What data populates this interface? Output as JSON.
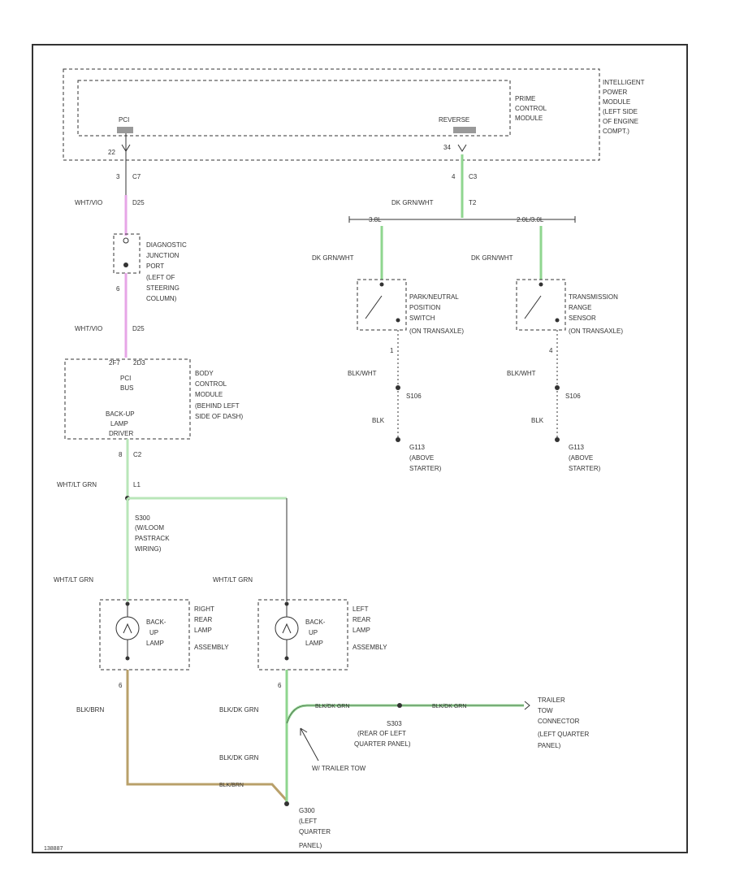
{
  "colors": {
    "frame": "#333333",
    "pink": "#e7a6e7",
    "dk_green": "#8fd68f",
    "light_green": "#b9e6b9",
    "tan": "#b9a06a",
    "text": "#333333"
  },
  "ipm": {
    "label": [
      "INTELLIGENT",
      "POWER",
      "MODULE",
      "(LEFT SIDE",
      "OF ENGINE",
      "COMPT.)"
    ],
    "inner_label": [
      "PRIME",
      "CONTROL",
      "MODULE"
    ],
    "pci_label": "PCI",
    "reverse_label": "REVERSE",
    "pin_left": "22",
    "pin_right": "34"
  },
  "wires": {
    "pci_top_pin": "3",
    "pci_top_conn": "C7",
    "pci_color": "WHT/VIO",
    "pci_circuit": "D25",
    "pci_mid_pin": "6",
    "pci_lower_color": "WHT/VIO",
    "pci_lower_circuit": "D25",
    "rev_pin": "4",
    "rev_conn": "C3",
    "rev_color": "DK GRN/WHT",
    "rev_circuit": "T2",
    "branch_left": "3.8L",
    "branch_right": "2.0L/3.0L",
    "dk_left": "DK GRN/WHT",
    "dk_right": "DK GRN/WHT",
    "bcm_pin": "8",
    "bcm_conn": "C2",
    "bcm_out_color": "WHT/LT GRN",
    "bcm_out_circuit": "L1",
    "right_lamp_color": "WHT/LT GRN",
    "left_lamp_color": "WHT/LT GRN",
    "right_ground_pin": "6",
    "left_ground_pin": "6",
    "right_ground_color": "BLK/BRN",
    "left_ground_color": "BLK/DK GRN",
    "left_lower_color": "BLK/DK GRN",
    "tan_label": "BLK/BRN",
    "trailer_wire_1": "BLK/DK GRN",
    "trailer_wire_2": "BLK/DK GRN",
    "w_trailer_tow": "W/ TRAILER TOW"
  },
  "djp": {
    "label": [
      "DIAGNOSTIC",
      "JUNCTION",
      "PORT",
      "(LEFT OF",
      "STEERING",
      "COLUMN)"
    ]
  },
  "bcm": {
    "label": [
      "BODY",
      "CONTROL",
      "MODULE",
      "(BEHIND LEFT",
      "SIDE OF DASH)"
    ],
    "pci_bus": [
      "PCI",
      "BUS"
    ],
    "backup_driver": [
      "BACK-UP",
      "LAMP",
      "DRIVER"
    ],
    "pin_a": "2F7",
    "pin_b": "2D3"
  },
  "splice_s300": {
    "label": [
      "S300",
      "(W/LOOM",
      "PASTRACK",
      "WIRING)"
    ]
  },
  "right_lamp": {
    "inner": [
      "BACK-",
      "UP",
      "LAMP"
    ],
    "label": [
      "RIGHT",
      "REAR",
      "LAMP",
      "ASSEMBLY"
    ]
  },
  "left_lamp": {
    "inner": [
      "BACK-",
      "UP",
      "LAMP"
    ],
    "label": [
      "LEFT",
      "REAR",
      "LAMP",
      "ASSEMBLY"
    ]
  },
  "pns_switch": {
    "label": [
      "PARK/NEUTRAL",
      "POSITION",
      "SWITCH",
      "(ON TRANSAXLE)"
    ],
    "pin": "1",
    "wire_color": "BLK/WHT",
    "splice": "S106",
    "ground_wire": "BLK",
    "ground": [
      "G113",
      "(ABOVE",
      "STARTER)"
    ]
  },
  "trs_switch": {
    "label": [
      "TRANSMISSION",
      "RANGE",
      "SENSOR",
      "(ON TRANSAXLE)"
    ],
    "pin": "4",
    "wire_color": "BLK/WHT",
    "splice": "S106",
    "ground_wire": "BLK",
    "ground": [
      "G113",
      "(ABOVE",
      "STARTER)"
    ]
  },
  "splice_s303": {
    "label": [
      "S303",
      "(REAR OF LEFT",
      "QUARTER PANEL)"
    ]
  },
  "trailer": {
    "label": [
      "TRAILER",
      "TOW",
      "CONNECTOR",
      "(LEFT QUARTER",
      "PANEL)"
    ]
  },
  "ground_g300": {
    "label": [
      "G300",
      "(LEFT",
      "QUARTER",
      "PANEL)"
    ]
  },
  "footer": "138887"
}
